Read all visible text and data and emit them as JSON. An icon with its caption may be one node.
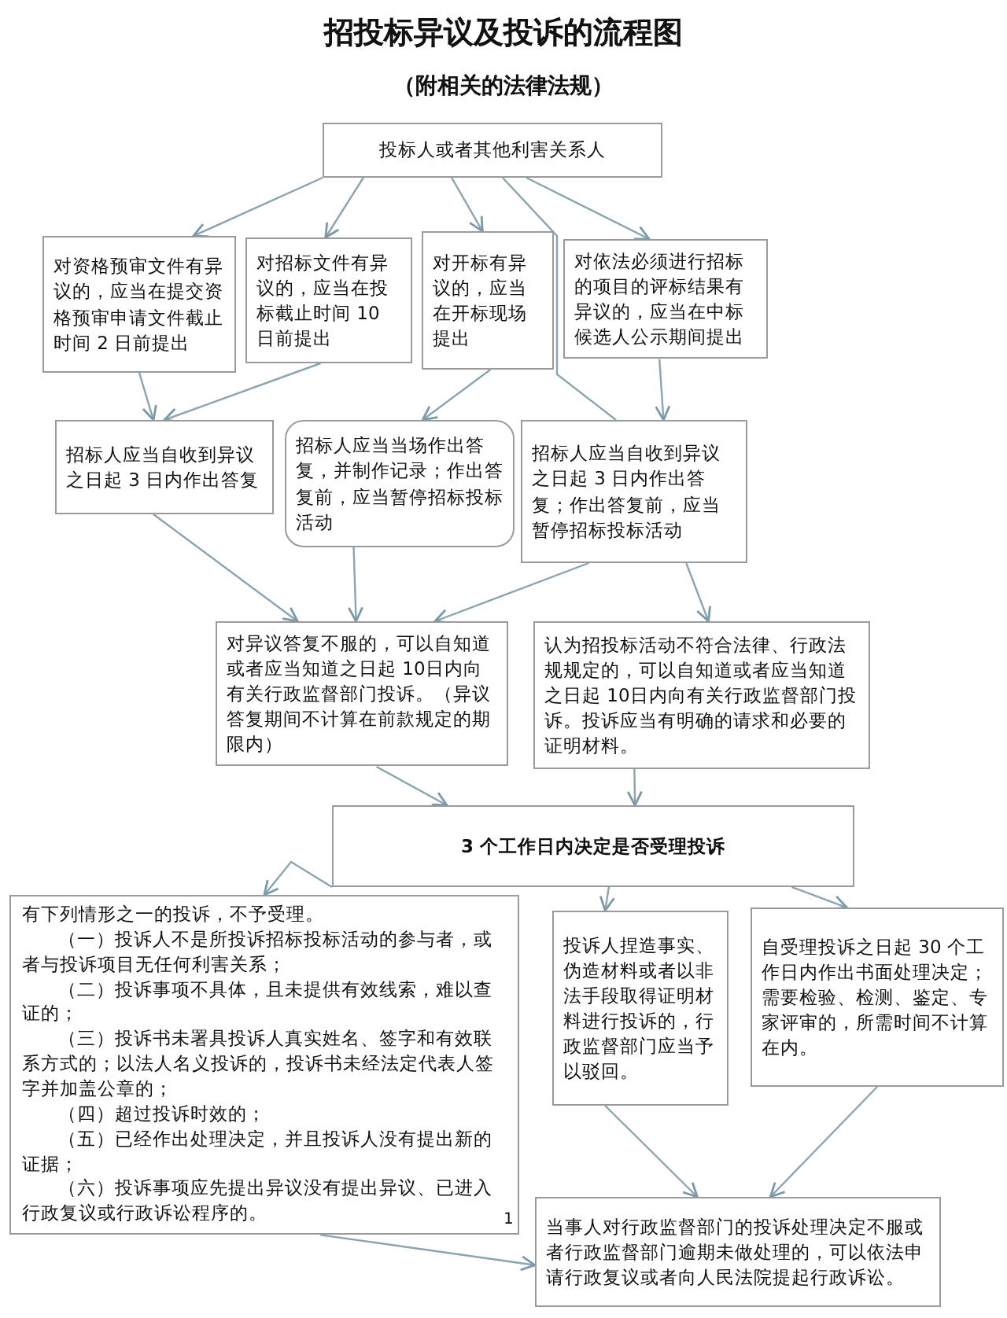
{
  "diagram": {
    "title": "招投标异议及投诉的流程图",
    "caption": "（附相关的法律法规）",
    "nodes": [
      {
        "text": [
          "投标人或者其他利害关系人"
        ]
      },
      {
        "text": [
          "对资格预审文件有异议的，应当在提交资格预审申请文件截止时间 2 日前提出"
        ]
      },
      {
        "text": [
          "对招标文件有异议的，应当在投标截止时间 10 日前提出"
        ]
      },
      {
        "text": [
          "对开标有异议的，应当在开标现场提出"
        ]
      },
      {
        "text": [
          "对依法必须进行招标的项目的评标结果有异议的，应当在中标候选人公示期间提出"
        ]
      },
      {
        "text": [
          "招标人应当自收到异议之日起 3 日内作出答复"
        ]
      },
      {
        "text": [
          "招标人应当当场作出答复，并制作记录；作出答复前，应当暂停招标投标活动"
        ]
      },
      {
        "text": [
          "招标人应当自收到异议之日起 3 日内作出答复；作出答复前，应当暂停招标投标活动"
        ]
      },
      {
        "text": [
          "对异议答复不服的，可以自知道或者应当知道之日起 10日内向有关行政监督部门投诉。（异议答复期间不计算在前款规定的期限内）"
        ]
      },
      {
        "text": [
          "认为招投标活动不符合法律、行政法规规定的，可以自知道或者应当知道之日起 10日内向有关行政监督部门投诉。投诉应当有明确的请求和必要的证明材料。"
        ]
      },
      {
        "text": [
          "3 个工作日内决定是否受理投诉"
        ]
      },
      {
        "text": [
          "有下列情形之一的投诉，不予受理。",
          "（一）投诉人不是所投诉招标投标活动的参与者，或者与投诉项目无任何利害关系；",
          "（二）投诉事项不具体，且未提供有效线索，难以查证的；",
          "（三）投诉书未署具投诉人真实姓名、签字和有效联系方式的；以法人名义投诉的，投诉书未经法定代表人签字并加盖公章的；",
          "（四）超过投诉时效的；",
          "（五）已经作出处理决定，并且投诉人没有提出新的证据；",
          "（六）投诉事项应先提出异议没有提出异议、已进入行政复议或行政诉讼程序的。"
        ]
      },
      {
        "text": [
          "投诉人捏造事实、伪造材料或者以非法手段取得证明材料进行投诉的，行政监督部门应当予以驳回。"
        ]
      },
      {
        "text": [
          "自受理投诉之日起 30 个工作日内作出书面处理决定；需要检验、检测、鉴定、专家评审的，所需时间不计算在内。"
        ]
      },
      {
        "text": [
          "当事人对行政监督部门的投诉处理决定不服或者行政监督部门逾期未做处理的，可以依法申请行政复议或者向人民法院提起行政诉讼。"
        ]
      }
    ],
    "edges": [
      {
        "from": 0,
        "to": 1,
        "arrow": "to"
      },
      {
        "from": 0,
        "to": 2,
        "arrow": "to"
      },
      {
        "from": 0,
        "to": 3,
        "arrow": "to"
      },
      {
        "from": 0,
        "to": 4,
        "arrow": "to"
      },
      {
        "from": 0,
        "to": 7,
        "arrow": "none"
      },
      {
        "from": 1,
        "to": 5,
        "arrow": "to"
      },
      {
        "from": 2,
        "to": 5,
        "arrow": "to"
      },
      {
        "from": 3,
        "to": 6,
        "arrow": "to"
      },
      {
        "from": 4,
        "to": 7,
        "arrow": "to"
      },
      {
        "from": 5,
        "to": 8,
        "arrow": "to"
      },
      {
        "from": 6,
        "to": 8,
        "arrow": "to"
      },
      {
        "from": 7,
        "to": 8,
        "arrow": "to"
      },
      {
        "from": 7,
        "to": 9,
        "arrow": "to"
      },
      {
        "from": 8,
        "to": 10,
        "arrow": "to"
      },
      {
        "from": 9,
        "to": 10,
        "arrow": "to"
      },
      {
        "from": 10,
        "to": 11,
        "arrow": "to"
      },
      {
        "from": 10,
        "to": 12,
        "arrow": "to"
      },
      {
        "from": 10,
        "to": 13,
        "arrow": "to"
      },
      {
        "from": 11,
        "to": 14,
        "arrow": "to",
        "label": "1"
      },
      {
        "from": 12,
        "to": 14,
        "arrow": "to"
      },
      {
        "from": 13,
        "to": 14,
        "arrow": "to"
      }
    ]
  }
}
